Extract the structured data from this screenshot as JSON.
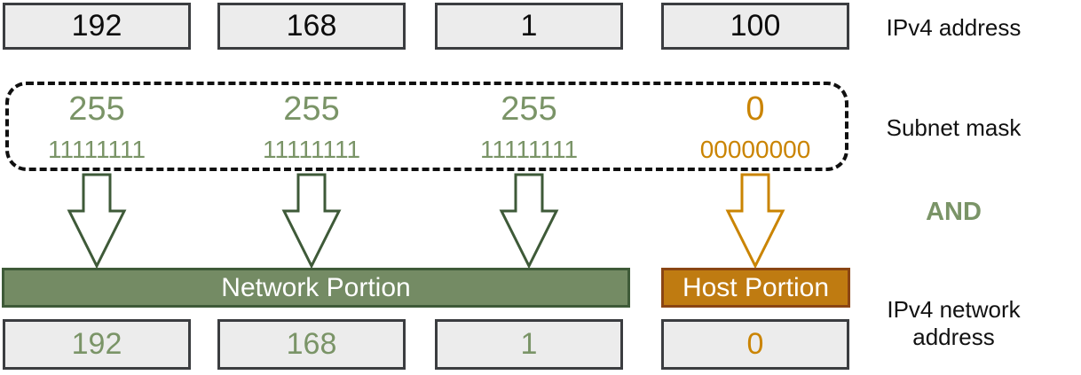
{
  "colors": {
    "green-text": "#7a9467",
    "green-dark": "#3e5a38",
    "green-bar": "#748b64",
    "orange-text": "#ca8402",
    "orange-bar": "#bf7b11",
    "orange-dark": "#8a4513",
    "box-fill": "#ececec",
    "box-border": "#3b3d40",
    "label-text": "#111111",
    "bar-text": "#ffffff"
  },
  "ipv4_address": {
    "label": "IPv4 address",
    "octets": [
      "192",
      "168",
      "1",
      "100"
    ]
  },
  "subnet_mask": {
    "label": "Subnet mask",
    "octets": [
      {
        "decimal": "255",
        "binary": "11111111",
        "role": "network"
      },
      {
        "decimal": "255",
        "binary": "11111111",
        "role": "network"
      },
      {
        "decimal": "255",
        "binary": "11111111",
        "role": "network"
      },
      {
        "decimal": "0",
        "binary": "00000000",
        "role": "host"
      }
    ]
  },
  "operation": {
    "label": "AND"
  },
  "portions": {
    "network_label": "Network Portion",
    "host_label": "Host Portion"
  },
  "ipv4_network_address": {
    "label": "IPv4 network address",
    "octets": [
      "192",
      "168",
      "1",
      "0"
    ]
  }
}
